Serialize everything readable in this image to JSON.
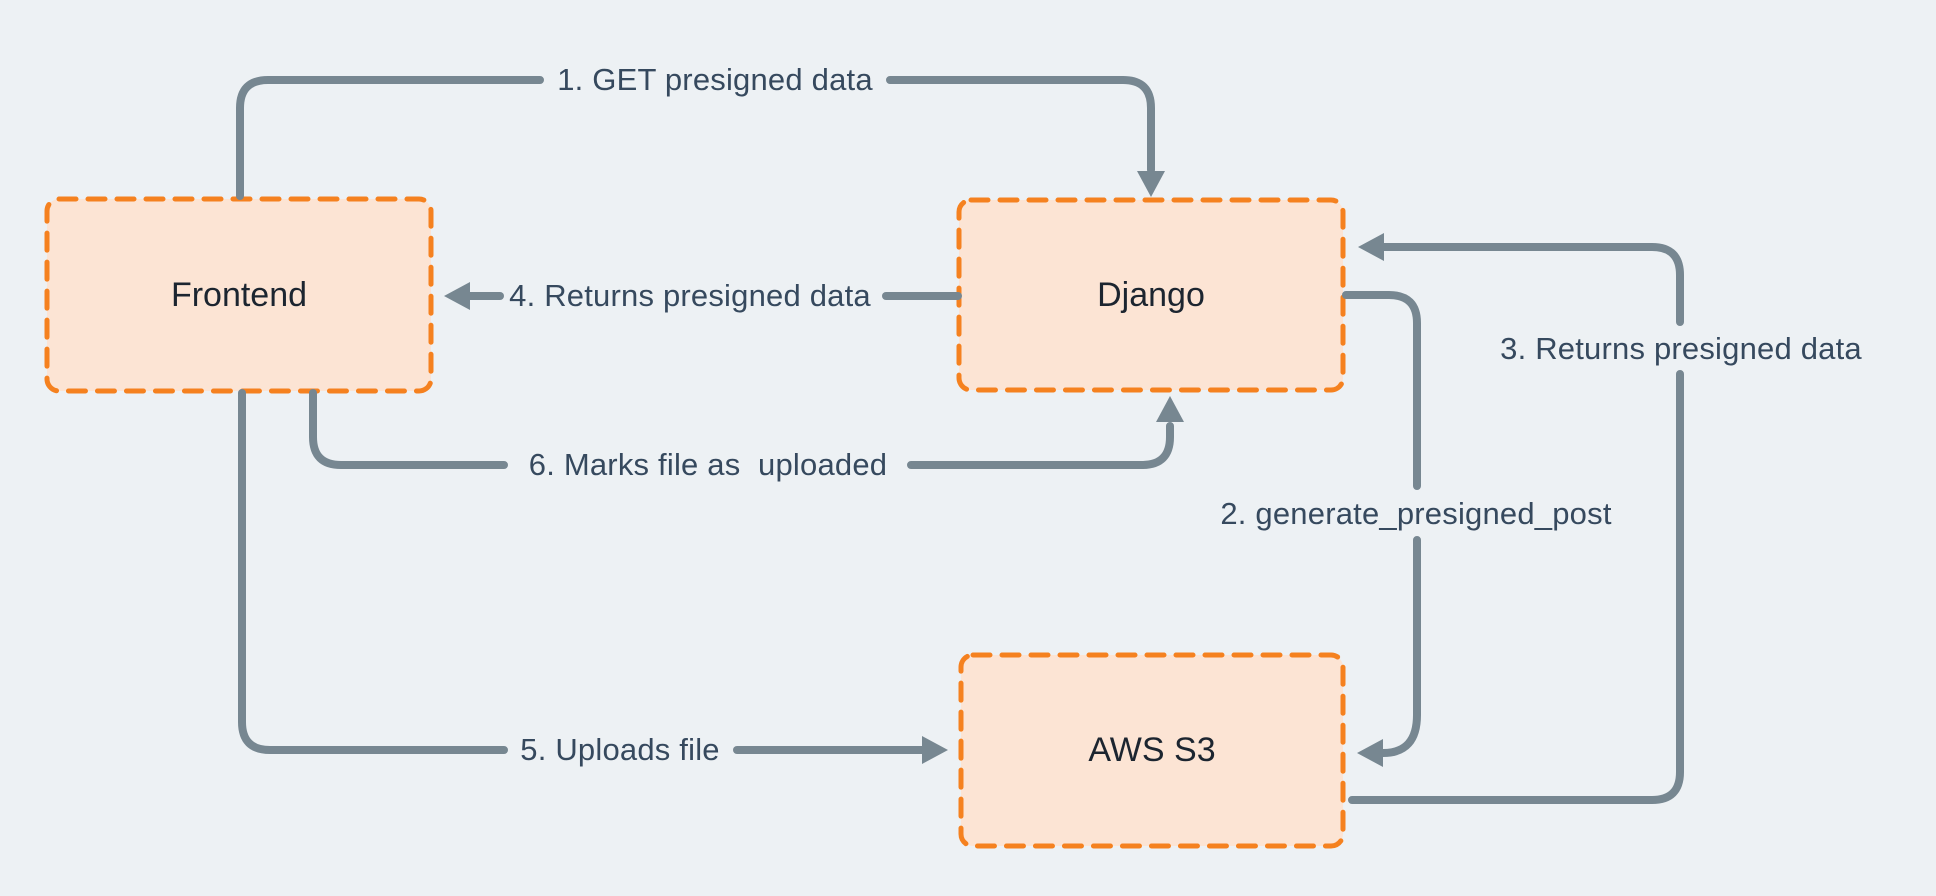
{
  "diagram": {
    "nodes": [
      {
        "id": "frontend",
        "label": "Frontend"
      },
      {
        "id": "django",
        "label": "Django"
      },
      {
        "id": "aws_s3",
        "label": "AWS S3"
      }
    ],
    "edges": [
      {
        "id": "1",
        "from": "frontend",
        "to": "django",
        "label": "1. GET presigned data"
      },
      {
        "id": "2",
        "from": "django",
        "to": "aws_s3",
        "label": "2. generate_presigned_post"
      },
      {
        "id": "3",
        "from": "aws_s3",
        "to": "django",
        "label": "3. Returns presigned data"
      },
      {
        "id": "4",
        "from": "django",
        "to": "frontend",
        "label": "4. Returns presigned data"
      },
      {
        "id": "5",
        "from": "frontend",
        "to": "aws_s3",
        "label": "5. Uploads file"
      },
      {
        "id": "6",
        "from": "frontend",
        "to": "django",
        "label": "6. Marks file as  uploaded"
      }
    ]
  },
  "colors": {
    "background": "#edf1f4",
    "node_fill": "#fce4d4",
    "node_border": "#f5811f",
    "arrow": "#778791",
    "edge_label_text": "#36495e",
    "node_label_text": "#1c2530"
  }
}
